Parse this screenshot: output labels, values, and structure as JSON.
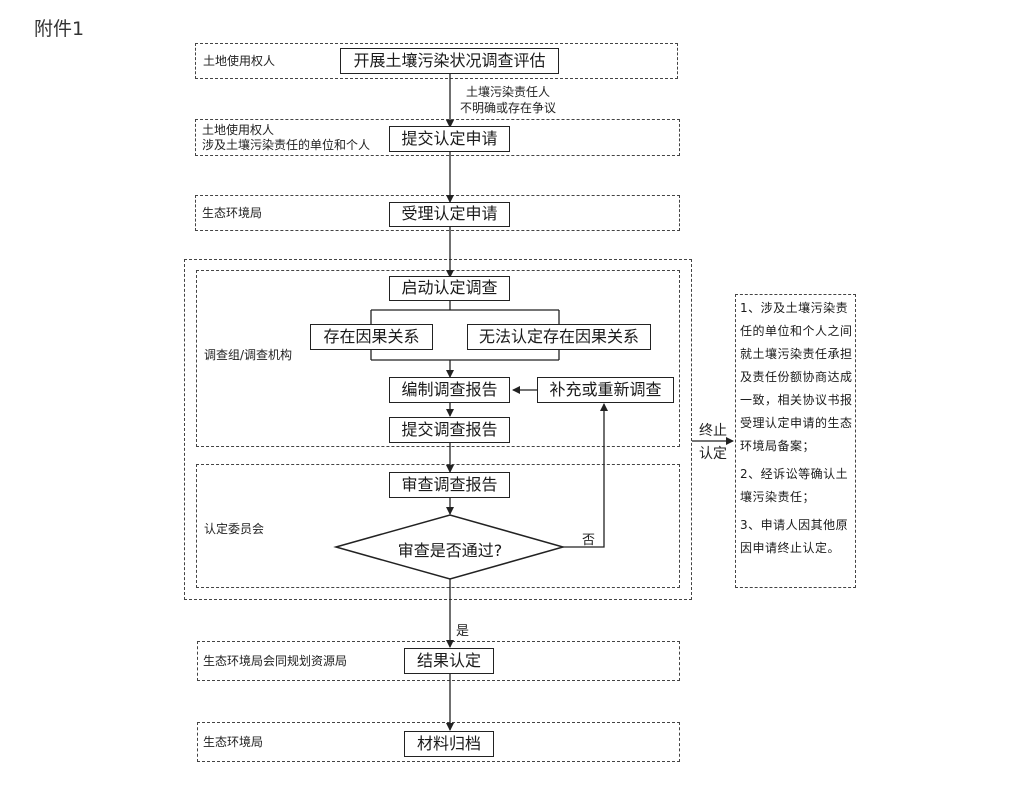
{
  "header": {
    "attachment": "附件1"
  },
  "lanes": {
    "land_user": "土地使用权人",
    "applicant_line1": "土地使用权人",
    "applicant_line2": "涉及土壤污染责任的单位和个人",
    "eco_bureau": "生态环境局",
    "investigation_group": "调查组/调查机构",
    "committee": "认定委员会",
    "eco_planning": "生态环境局会同规划资源局",
    "eco_bureau_2": "生态环境局"
  },
  "steps": {
    "survey": "开展土壤污染状况调查评估",
    "submit_application": "提交认定申请",
    "accept_application": "受理认定申请",
    "start_investigation": "启动认定调查",
    "causal_exists": "存在因果关系",
    "causal_unknown": "无法认定存在因果关系",
    "compile_report": "编制调查报告",
    "supplement": "补充或重新调查",
    "submit_report": "提交调查报告",
    "review_report": "审查调查报告",
    "decision": "审查是否通过?",
    "result": "结果认定",
    "archive": "材料归档"
  },
  "labels": {
    "condition_line1": "土壤污染责任人",
    "condition_line2": "不明确或存在争议",
    "no": "否",
    "yes": "是",
    "terminate_line1": "终止",
    "terminate_line2": "认定"
  },
  "termination_rules": [
    "1、涉及土壤污染责任的单位和个人之间就土壤污染责任承担及责任份额协商达成一致，相关协议书报受理认定申请的生态环境局备案；",
    "2、经诉讼等确认土壤污染责任；",
    "3、申请人因其他原因申请终止认定。"
  ]
}
